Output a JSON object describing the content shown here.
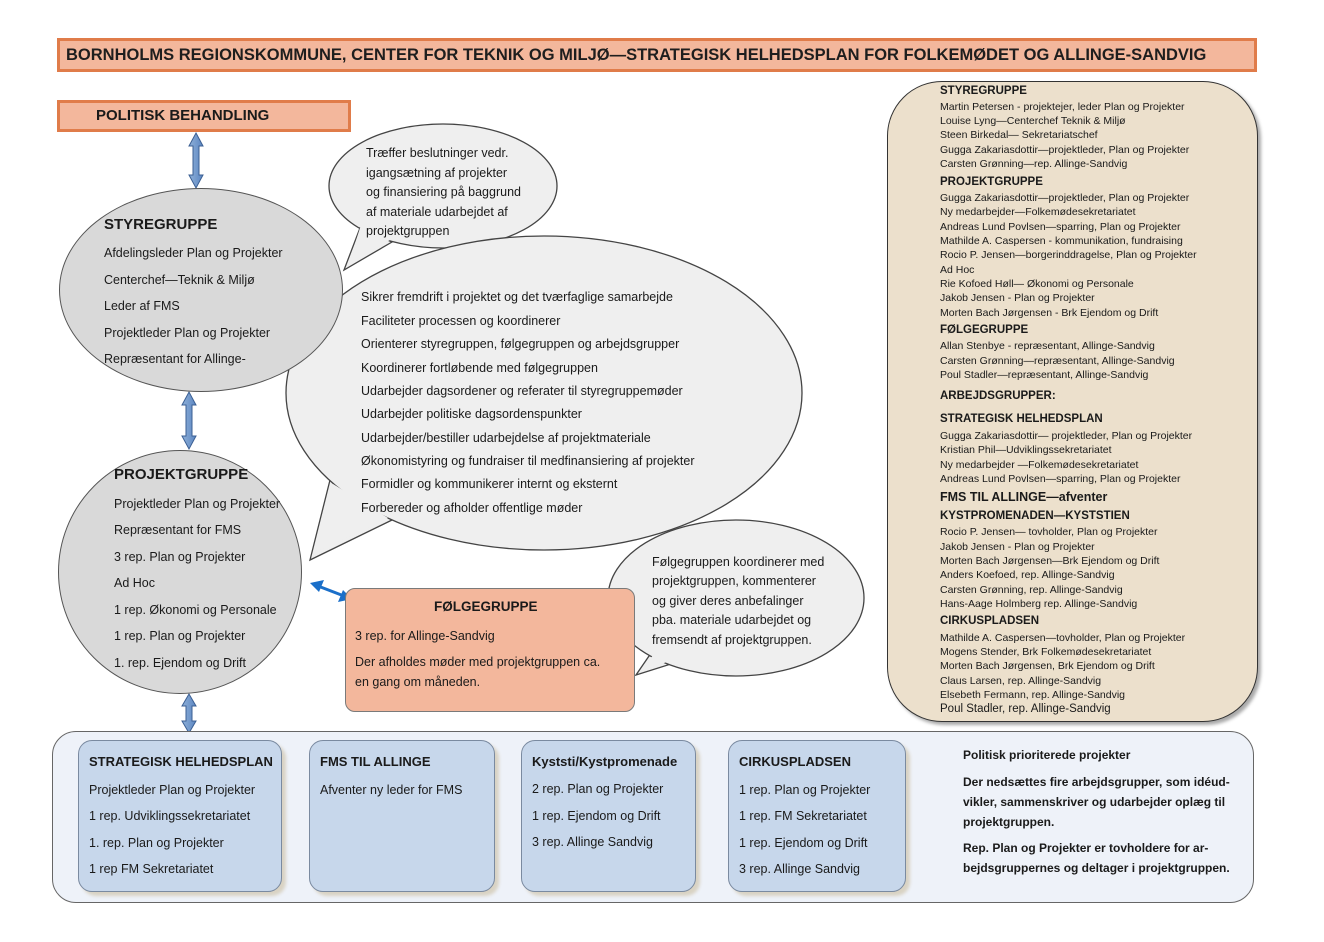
{
  "title": "BORNHOLMS REGIONSKOMMUNE, CENTER FOR TEKNIK OG MILJØ—STRATEGISK HELHEDSPLAN FOR FOLKEMØDET OG ALLINGE-SANDVIG",
  "political": "POLITISK BEHANDLING",
  "styregruppe_circle": {
    "heading": "STYREGRUPPE",
    "lines": [
      "Afdelingsleder Plan og Projekter",
      "Centerchef—Teknik & Miljø",
      "Leder af FMS",
      "Projektleder Plan og Projekter",
      "Repræsentant for Allinge-"
    ]
  },
  "projektgruppe_circle": {
    "heading": "PROJEKTGRUPPE",
    "lines": [
      "Projektleder Plan og Projekter",
      "Repræsentant for FMS",
      "3 rep. Plan og Projekter",
      "Ad Hoc",
      "1 rep. Økonomi og Personale",
      "1 rep. Plan og Projekter",
      "1. rep. Ejendom og Drift"
    ]
  },
  "bubble_top": {
    "lines": [
      "Træffer beslutninger vedr.",
      "igangsætning af projekter",
      "og finansiering på baggrund",
      "af materiale udarbejdet af",
      "projektgruppen"
    ]
  },
  "bubble_big": {
    "lines": [
      "Sikrer fremdrift i projektet og det tværfaglige samarbejde",
      "Faciliteter processen og koordinerer",
      "Orienterer styregruppen, følgegruppen og arbejdsgrupper",
      "Koordinerer fortløbende med følgegruppen",
      "Udarbejder dagsordener og referater til styregruppemøder",
      "Udarbejder politiske dagsordenspunkter",
      "Udarbejder/bestiller udarbejdelse af projektmateriale",
      "Økonomistyring og fundraiser til medfinansiering af projekter",
      "Formidler og kommunikerer internt og eksternt",
      "Forbereder og afholder offentlige møder"
    ]
  },
  "folgegruppe_box": {
    "heading": "FØLGEGRUPPE",
    "lines": [
      "3 rep. for Allinge-Sandvig",
      "Der afholdes møder med projektgruppen ca.",
      "en gang om måneden."
    ]
  },
  "bubble_small": {
    "lines": [
      "Følgegruppen koordinerer med",
      "projektgruppen, kommenterer",
      "og giver deres anbefalinger",
      "pba. materiale udarbejdet og",
      "fremsendt af projektgruppen."
    ]
  },
  "right_panel": {
    "styregruppe_heading": "STYREGRUPPE",
    "styregruppe": [
      "Martin Petersen - projektejer, leder Plan og Projekter",
      "Louise Lyng—Centerchef Teknik & Miljø",
      "Steen Birkedal— Sekretariatschef",
      "Gugga Zakariasdottir—projektleder, Plan  og Projekter",
      "Carsten Grønning—rep. Allinge-Sandvig"
    ],
    "projektgruppe_heading": "PROJEKTGRUPPE",
    "projektgruppe": [
      "Gugga Zakariasdottir—projektleder, Plan og Projekter",
      "Ny medarbejder—Folkemødesekretariatet",
      "Andreas Lund Povlsen—sparring, Plan og Projekter",
      "Mathilde A. Caspersen - kommunikation, fundraising",
      "Rocio P. Jensen—borgerinddragelse, Plan og Projekter",
      "Ad Hoc",
      "Rie Kofoed Høll— Økonomi og Personale",
      "Jakob  Jensen  -  Plan og Projekter",
      "Morten Bach Jørgensen - Brk Ejendom og Drift"
    ],
    "folgegruppe_heading": "FØLGEGRUPPE",
    "folgegruppe": [
      "Allan Stenbye - repræsentant,  Allinge-Sandvig",
      "Carsten Grønning—repræsentant, Allinge-Sandvig",
      "Poul Stadler—repræsentant,  Allinge-Sandvig"
    ],
    "arbejdsgrupper_heading": "ARBEJDSGRUPPER:",
    "strategisk_heading": "STRATEGISK HELHEDSPLAN",
    "strategisk": [
      "Gugga Zakariasdottir— projektleder, Plan og Projekter",
      "Kristian Phil—Udviklingssekretariatet",
      "Ny medarbejder —Folkemødesekretariatet",
      "Andreas Lund Povlsen—sparring, Plan og Projekter"
    ],
    "fms_heading": "FMS TIL ALLINGE—afventer",
    "kyst_heading": "KYSTPROMENADEN—KYSTSTIEN",
    "kyst": [
      "Rocio P. Jensen— tovholder, Plan og Projekter",
      "Jakob Jensen  -  Plan og Projekter",
      "Morten Bach Jørgensen—Brk Ejendom og Drift",
      "Anders Koefoed, rep. Allinge-Sandvig",
      "Carsten Grønning, rep. Allinge-Sandvig",
      "Hans-Aage Holmberg rep. Allinge-Sandvig"
    ],
    "cirkus_heading": "CIRKUSPLADSEN",
    "cirkus": [
      "Mathilde A. Caspersen—tovholder, Plan og Projekter",
      "Mogens Stender, Brk Folkemødesekretariatet",
      "Morten Bach Jørgensen, Brk Ejendom og Drift",
      "Claus Larsen, rep. Allinge-Sandvig",
      "Elsebeth Fermann, rep. Allinge-Sandvig",
      "Poul Stadler, rep. Allinge-Sandvig"
    ]
  },
  "working_groups": [
    {
      "heading": "STRATEGISK HELHEDSPLAN",
      "lines": [
        "Projektleder Plan og Projekter",
        "1 rep. Udviklingssekretariatet",
        "1. rep. Plan og Projekter",
        "1 rep FM Sekretariatet"
      ]
    },
    {
      "heading": "FMS TIL ALLINGE",
      "lines": [
        "Afventer ny leder for FMS"
      ]
    },
    {
      "heading": "Kyststi/Kystpromenade",
      "lines": [
        "2 rep. Plan og Projekter",
        "1 rep. Ejendom og Drift",
        "3 rep. Allinge Sandvig"
      ]
    },
    {
      "heading": "CIRKUSPLADSEN",
      "lines": [
        "1 rep. Plan og Projekter",
        "1 rep. FM Sekretariatet",
        "1 rep. Ejendom og Drift",
        "3 rep. Allinge Sandvig"
      ]
    }
  ],
  "bottom_note": {
    "title": "Politisk prioriterede projekter",
    "p1": [
      "Der nedsættes fire arbejdsgrupper, som  idéud-",
      "vikler, sammenskriver og udarbejder oplæg til",
      "projektgruppen."
    ],
    "p2": [
      "Rep. Plan og Projekter er tovholdere for ar-",
      "bejdsgruppernes og deltager i projektgruppen."
    ]
  }
}
